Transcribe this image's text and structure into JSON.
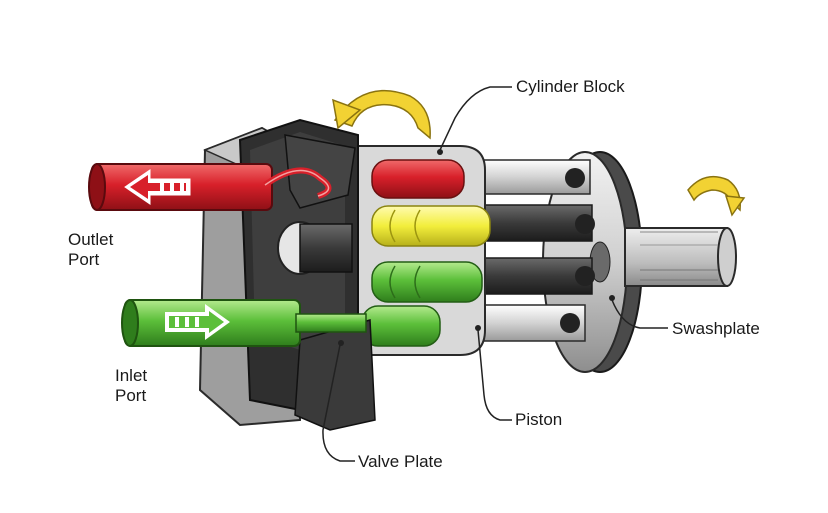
{
  "labels": {
    "cylinder_block": "Cylinder Block",
    "outlet_port": [
      "Outlet",
      "Port"
    ],
    "inlet_port": [
      "Inlet",
      "Port"
    ],
    "swashplate": "Swashplate",
    "piston": "Piston",
    "valve_plate": "Valve Plate"
  },
  "colors": {
    "outlet": "#d8202a",
    "inlet": "#5cbf3a",
    "yellow_chamber": "#f2ee3c",
    "rotation_arrow": "#f2d233",
    "body_dark": "#3b3b3b",
    "metal_light": "#d4d4d4"
  }
}
